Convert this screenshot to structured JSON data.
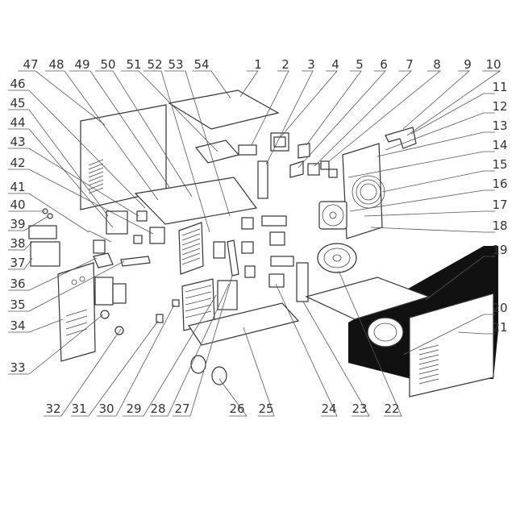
{
  "diagram": {
    "type": "exploded-parts-diagram",
    "callouts_top": [
      "47",
      "48",
      "49",
      "50",
      "51",
      "52",
      "53",
      "54",
      "1",
      "2",
      "3",
      "4",
      "5",
      "6",
      "7",
      "8",
      "9",
      "10"
    ],
    "callouts_left": [
      "46",
      "45",
      "44",
      "43",
      "42",
      "41",
      "40",
      "39",
      "38",
      "37",
      "36",
      "35",
      "34",
      "33"
    ],
    "callouts_right": [
      "11",
      "12",
      "13",
      "14",
      "15",
      "16",
      "17",
      "18",
      "19",
      "20",
      "21"
    ],
    "callouts_bottom": [
      "32",
      "31",
      "30",
      "29",
      "28",
      "27",
      "26",
      "25",
      "24",
      "23",
      "22"
    ]
  }
}
